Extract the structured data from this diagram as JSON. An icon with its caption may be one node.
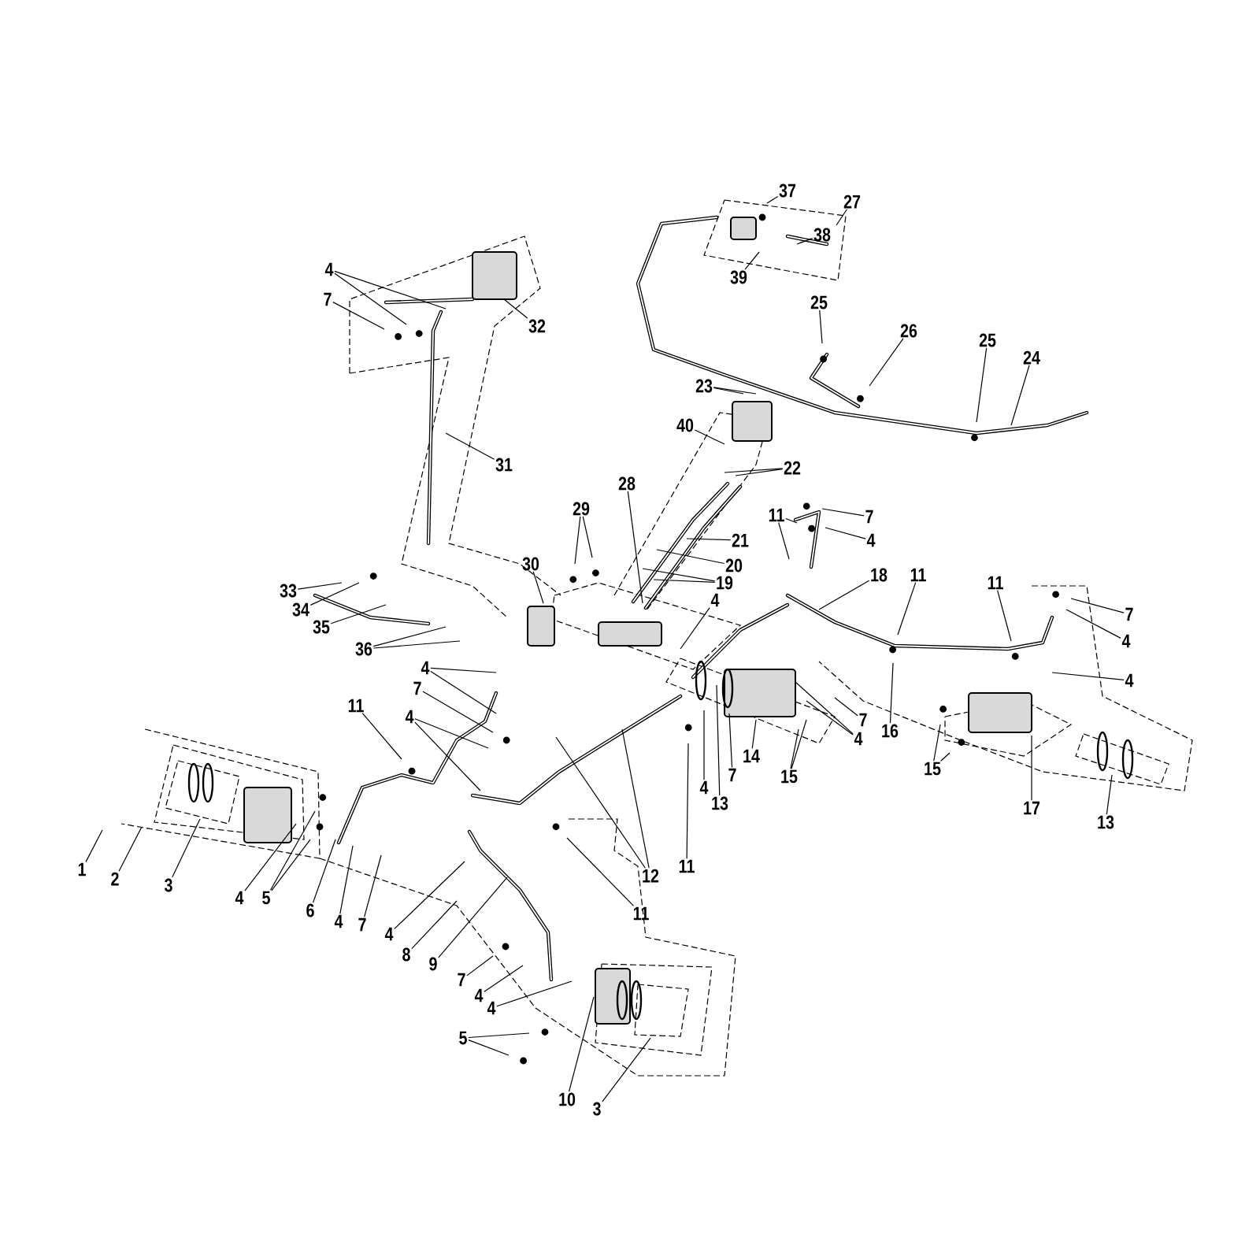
{
  "diagram": {
    "nodes": [
      {
        "text": [
          "37"
        ]
      },
      {
        "text": [
          "27"
        ]
      },
      {
        "text": [
          "38"
        ]
      },
      {
        "text": [
          "4"
        ]
      },
      {
        "text": [
          "39"
        ]
      },
      {
        "text": [
          "7"
        ]
      },
      {
        "text": [
          "25"
        ]
      },
      {
        "text": [
          "32"
        ]
      },
      {
        "text": [
          "26"
        ]
      },
      {
        "text": [
          "25"
        ]
      },
      {
        "text": [
          "24"
        ]
      },
      {
        "text": [
          "23"
        ]
      },
      {
        "text": [
          "40"
        ]
      },
      {
        "text": [
          "22"
        ]
      },
      {
        "text": [
          "31"
        ]
      },
      {
        "text": [
          "28"
        ]
      },
      {
        "text": [
          "29"
        ]
      },
      {
        "text": [
          "11"
        ]
      },
      {
        "text": [
          "7"
        ]
      },
      {
        "text": [
          "4"
        ]
      },
      {
        "text": [
          "21"
        ]
      },
      {
        "text": [
          "20"
        ]
      },
      {
        "text": [
          "30"
        ]
      },
      {
        "text": [
          "19"
        ]
      },
      {
        "text": [
          "18"
        ]
      },
      {
        "text": [
          "11"
        ]
      },
      {
        "text": [
          "11"
        ]
      },
      {
        "text": [
          "33"
        ]
      },
      {
        "text": [
          "7"
        ]
      },
      {
        "text": [
          "4"
        ]
      },
      {
        "text": [
          "34"
        ]
      },
      {
        "text": [
          "4"
        ]
      },
      {
        "text": [
          "35"
        ]
      },
      {
        "text": [
          "36"
        ]
      },
      {
        "text": [
          "4"
        ]
      },
      {
        "text": [
          "4"
        ]
      },
      {
        "text": [
          "7"
        ]
      },
      {
        "text": [
          "11"
        ]
      },
      {
        "text": [
          "4"
        ]
      },
      {
        "text": [
          "7"
        ]
      },
      {
        "text": [
          "16"
        ]
      },
      {
        "text": [
          "4"
        ]
      },
      {
        "text": [
          "14"
        ]
      },
      {
        "text": [
          "7"
        ]
      },
      {
        "text": [
          "15"
        ]
      },
      {
        "text": [
          "15"
        ]
      },
      {
        "text": [
          "4"
        ]
      },
      {
        "text": [
          "13"
        ]
      },
      {
        "text": [
          "17"
        ]
      },
      {
        "text": [
          "13"
        ]
      },
      {
        "text": [
          "1"
        ]
      },
      {
        "text": [
          "11"
        ]
      },
      {
        "text": [
          "12"
        ]
      },
      {
        "text": [
          "2"
        ]
      },
      {
        "text": [
          "3"
        ]
      },
      {
        "text": [
          "4"
        ]
      },
      {
        "text": [
          "5"
        ]
      },
      {
        "text": [
          "6"
        ]
      },
      {
        "text": [
          "11"
        ]
      },
      {
        "text": [
          "4"
        ]
      },
      {
        "text": [
          "7"
        ]
      },
      {
        "text": [
          "4"
        ]
      },
      {
        "text": [
          "8"
        ]
      },
      {
        "text": [
          "9"
        ]
      },
      {
        "text": [
          "7"
        ]
      },
      {
        "text": [
          "4"
        ]
      },
      {
        "text": [
          "4"
        ]
      },
      {
        "text": [
          "5"
        ]
      },
      {
        "text": [
          "10"
        ]
      },
      {
        "text": [
          "3"
        ]
      }
    ],
    "edges": [
      {
        "from": 0,
        "to": null,
        "arrow": "none"
      },
      {
        "from": 1,
        "to": null,
        "arrow": "none"
      },
      {
        "from": 2,
        "to": null,
        "arrow": "none"
      },
      {
        "from": 3,
        "to": null,
        "arrow": "none"
      },
      {
        "from": 3,
        "to": null,
        "arrow": "none"
      },
      {
        "from": 4,
        "to": null,
        "arrow": "none"
      },
      {
        "from": 5,
        "to": null,
        "arrow": "none"
      },
      {
        "from": 6,
        "to": null,
        "arrow": "none"
      },
      {
        "from": 7,
        "to": null,
        "arrow": "none"
      },
      {
        "from": 8,
        "to": null,
        "arrow": "none"
      },
      {
        "from": 9,
        "to": null,
        "arrow": "none"
      },
      {
        "from": 10,
        "to": null,
        "arrow": "none"
      },
      {
        "from": 11,
        "to": null,
        "arrow": "none"
      },
      {
        "from": 11,
        "to": null,
        "arrow": "none"
      },
      {
        "from": 12,
        "to": null,
        "arrow": "none"
      },
      {
        "from": 13,
        "to": null,
        "arrow": "none"
      },
      {
        "from": 13,
        "to": null,
        "arrow": "none"
      },
      {
        "from": 14,
        "to": null,
        "arrow": "none"
      },
      {
        "from": 15,
        "to": null,
        "arrow": "none"
      },
      {
        "from": 16,
        "to": null,
        "arrow": "none"
      },
      {
        "from": 16,
        "to": null,
        "arrow": "none"
      },
      {
        "from": 17,
        "to": null,
        "arrow": "none"
      },
      {
        "from": 17,
        "to": null,
        "arrow": "none"
      },
      {
        "from": 18,
        "to": null,
        "arrow": "none"
      },
      {
        "from": 19,
        "to": null,
        "arrow": "none"
      },
      {
        "from": 20,
        "to": null,
        "arrow": "none"
      },
      {
        "from": 21,
        "to": null,
        "arrow": "none"
      },
      {
        "from": 22,
        "to": null,
        "arrow": "none"
      },
      {
        "from": 23,
        "to": null,
        "arrow": "none"
      },
      {
        "from": 23,
        "to": null,
        "arrow": "none"
      },
      {
        "from": 24,
        "to": null,
        "arrow": "none"
      },
      {
        "from": 25,
        "to": null,
        "arrow": "none"
      },
      {
        "from": 26,
        "to": null,
        "arrow": "none"
      },
      {
        "from": 27,
        "to": null,
        "arrow": "none"
      },
      {
        "from": 28,
        "to": null,
        "arrow": "none"
      },
      {
        "from": 29,
        "to": null,
        "arrow": "none"
      },
      {
        "from": 30,
        "to": null,
        "arrow": "none"
      },
      {
        "from": 31,
        "to": null,
        "arrow": "none"
      },
      {
        "from": 32,
        "to": null,
        "arrow": "none"
      },
      {
        "from": 33,
        "to": null,
        "arrow": "none"
      },
      {
        "from": 33,
        "to": null,
        "arrow": "none"
      },
      {
        "from": 34,
        "to": null,
        "arrow": "none"
      },
      {
        "from": 34,
        "to": null,
        "arrow": "none"
      },
      {
        "from": 35,
        "to": null,
        "arrow": "none"
      },
      {
        "from": 36,
        "to": null,
        "arrow": "none"
      },
      {
        "from": 37,
        "to": null,
        "arrow": "none"
      },
      {
        "from": 38,
        "to": null,
        "arrow": "none"
      },
      {
        "from": 38,
        "to": null,
        "arrow": "none"
      },
      {
        "from": 39,
        "to": null,
        "arrow": "none"
      },
      {
        "from": 40,
        "to": null,
        "arrow": "none"
      },
      {
        "from": 41,
        "to": null,
        "arrow": "none"
      },
      {
        "from": 41,
        "to": null,
        "arrow": "none"
      },
      {
        "from": 42,
        "to": null,
        "arrow": "none"
      },
      {
        "from": 43,
        "to": null,
        "arrow": "none"
      },
      {
        "from": 44,
        "to": null,
        "arrow": "none"
      },
      {
        "from": 44,
        "to": null,
        "arrow": "none"
      },
      {
        "from": 45,
        "to": null,
        "arrow": "none"
      },
      {
        "from": 45,
        "to": null,
        "arrow": "none"
      },
      {
        "from": 46,
        "to": null,
        "arrow": "none"
      },
      {
        "from": 47,
        "to": null,
        "arrow": "none"
      },
      {
        "from": 48,
        "to": null,
        "arrow": "none"
      },
      {
        "from": 49,
        "to": null,
        "arrow": "none"
      },
      {
        "from": 50,
        "to": null,
        "arrow": "none"
      },
      {
        "from": 51,
        "to": null,
        "arrow": "none"
      },
      {
        "from": 52,
        "to": null,
        "arrow": "none"
      },
      {
        "from": 52,
        "to": null,
        "arrow": "none"
      },
      {
        "from": 53,
        "to": null,
        "arrow": "none"
      },
      {
        "from": 54,
        "to": null,
        "arrow": "none"
      },
      {
        "from": 55,
        "to": null,
        "arrow": "none"
      },
      {
        "from": 56,
        "to": null,
        "arrow": "none"
      },
      {
        "from": 56,
        "to": null,
        "arrow": "none"
      },
      {
        "from": 57,
        "to": null,
        "arrow": "none"
      },
      {
        "from": 58,
        "to": null,
        "arrow": "none"
      },
      {
        "from": 59,
        "to": null,
        "arrow": "none"
      },
      {
        "from": 60,
        "to": null,
        "arrow": "none"
      },
      {
        "from": 61,
        "to": null,
        "arrow": "none"
      },
      {
        "from": 62,
        "to": null,
        "arrow": "none"
      },
      {
        "from": 63,
        "to": null,
        "arrow": "none"
      },
      {
        "from": 64,
        "to": null,
        "arrow": "none"
      },
      {
        "from": 65,
        "to": null,
        "arrow": "none"
      },
      {
        "from": 66,
        "to": null,
        "arrow": "none"
      },
      {
        "from": 67,
        "to": null,
        "arrow": "none"
      },
      {
        "from": 67,
        "to": null,
        "arrow": "none"
      },
      {
        "from": 68,
        "to": null,
        "arrow": "none"
      },
      {
        "from": 69,
        "to": null,
        "arrow": "none"
      }
    ]
  }
}
